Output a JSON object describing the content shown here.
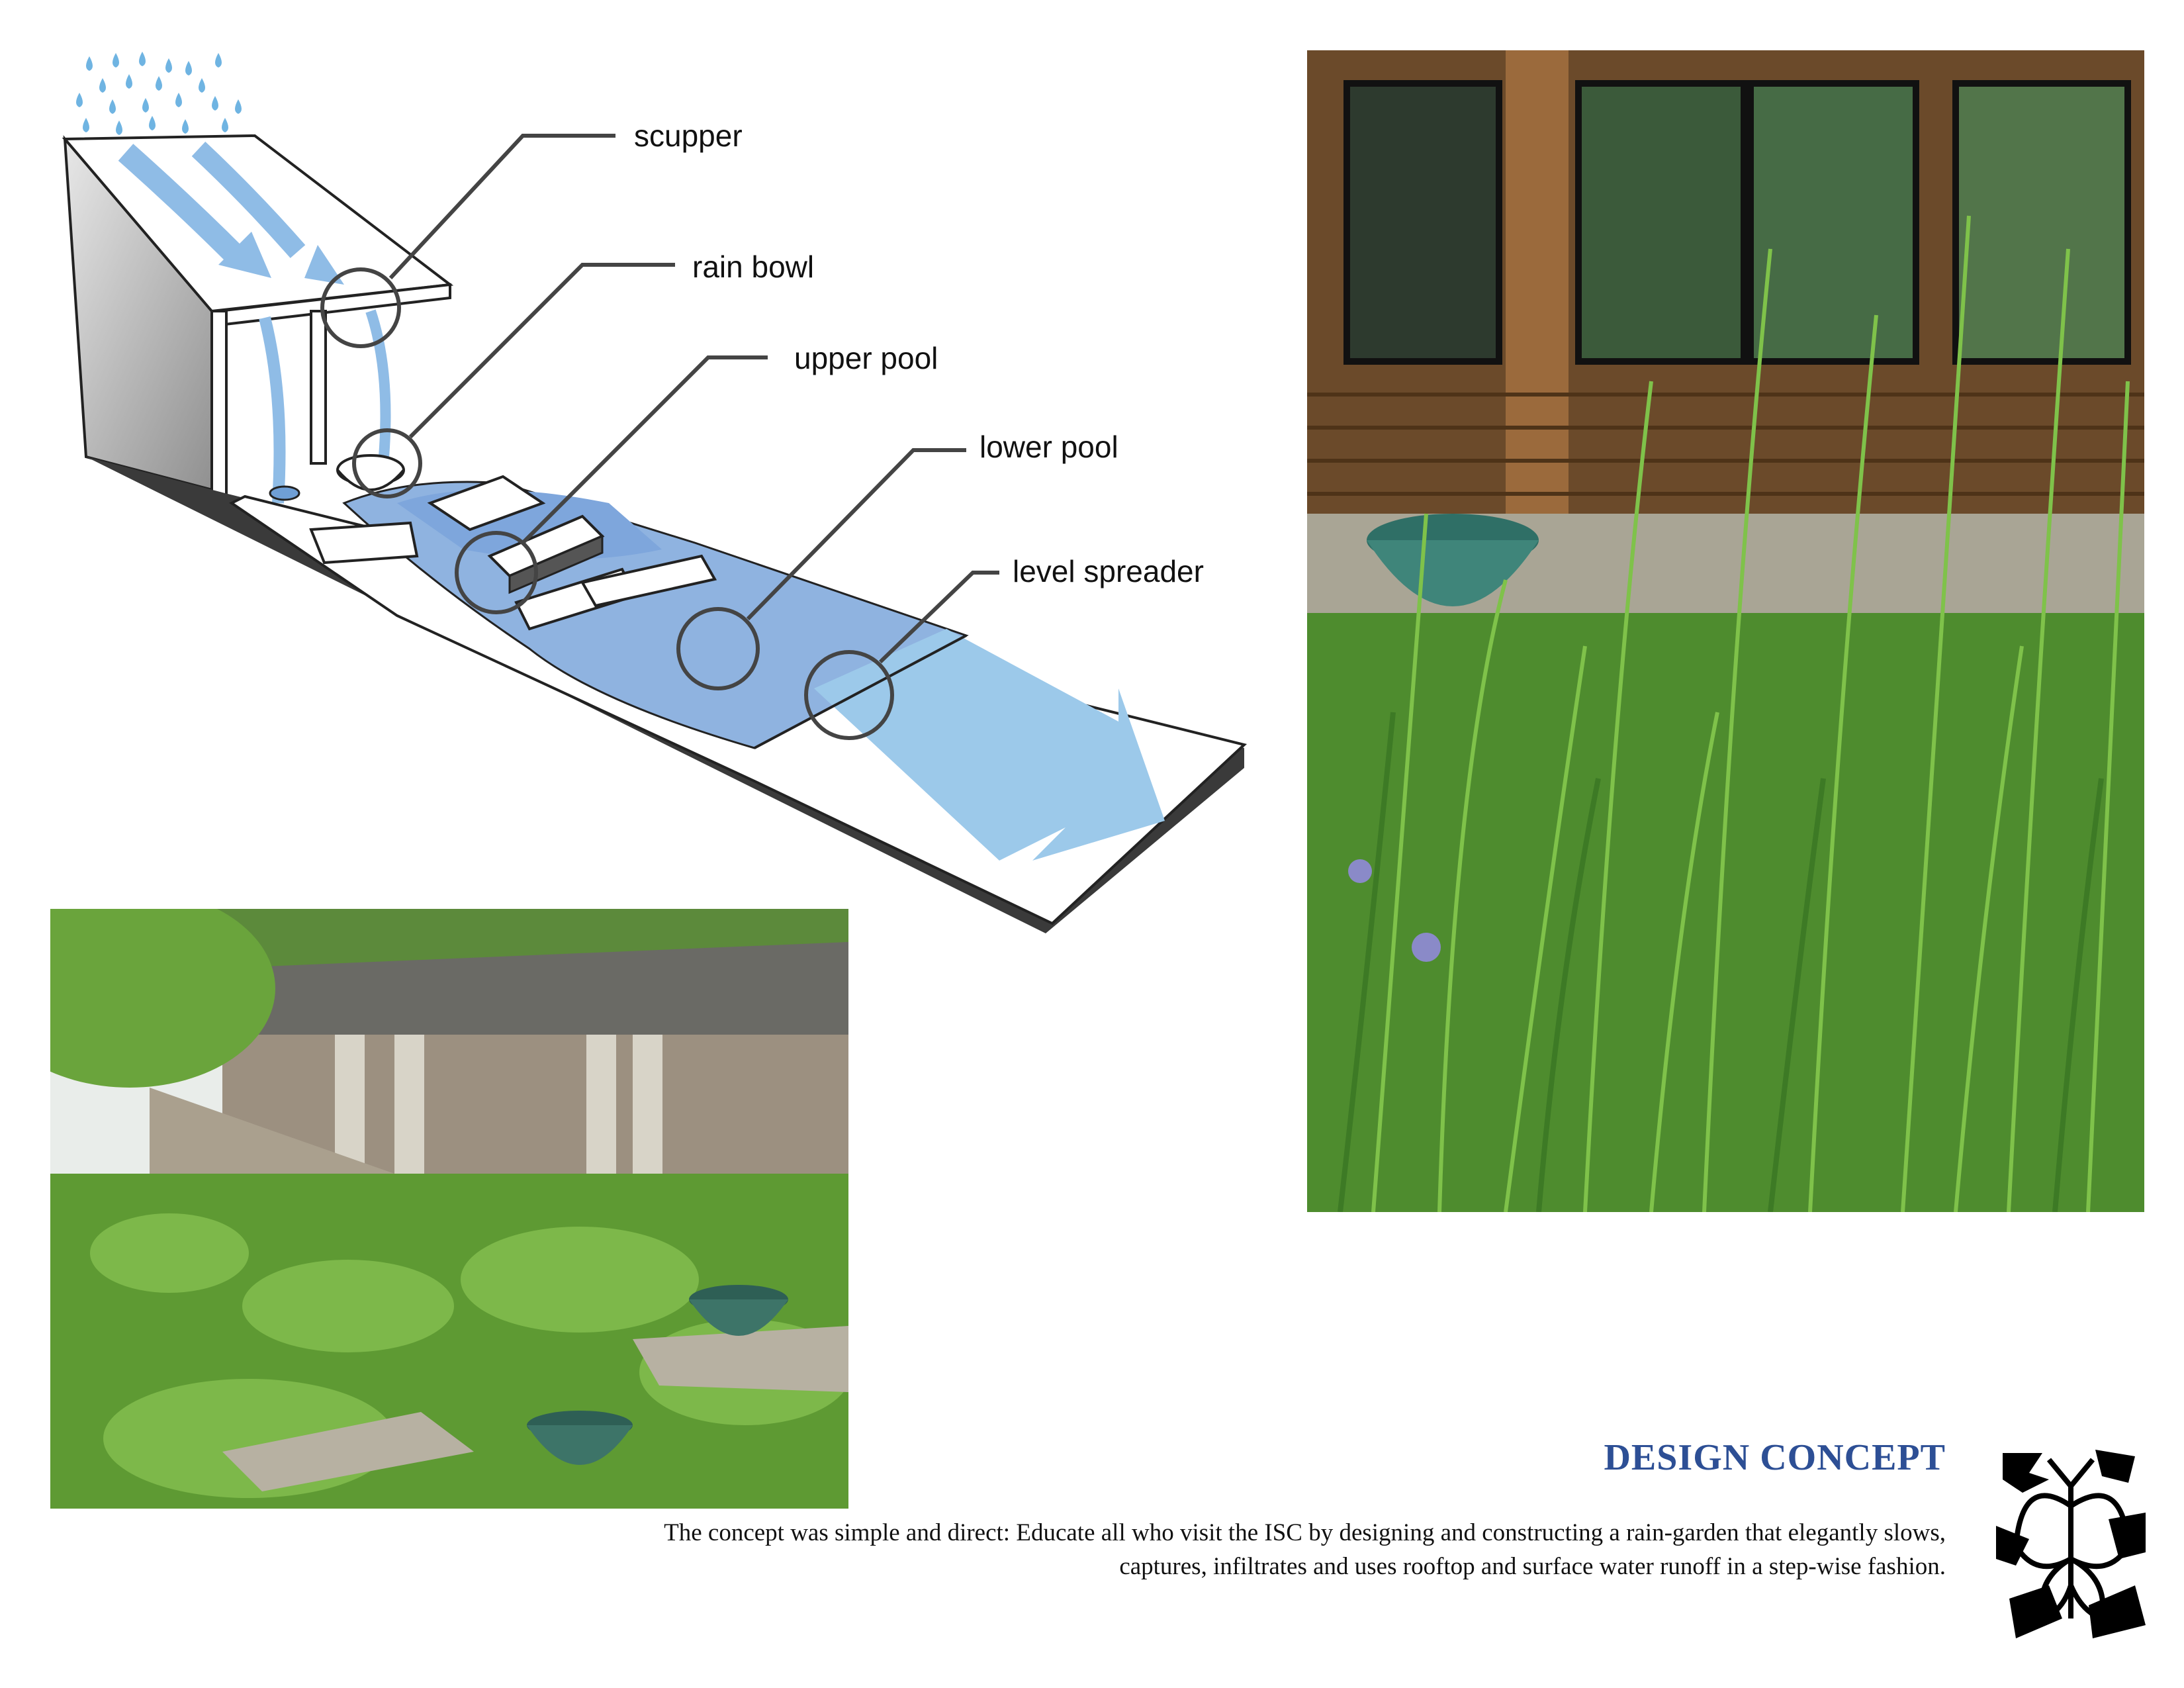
{
  "diagram": {
    "labels": {
      "scupper": "scupper",
      "rain_bowl": "rain bowl",
      "upper_pool": "upper pool",
      "lower_pool": "lower pool",
      "level_spreader": "level spreader"
    },
    "colors": {
      "water_light": "#9cc9ea",
      "water_mid": "#8fb3e0",
      "water_dark": "#6f9fd6",
      "rain": "#5aa8dc",
      "wall_gray": "#9a9a9a",
      "base_dark": "#3a3a3a"
    }
  },
  "photos": {
    "right": {
      "subject": "rain-bowl-with-grasses-photo"
    },
    "left": {
      "subject": "courtyard-rain-garden-photo"
    }
  },
  "concept": {
    "title": "DESIGN CONCEPT",
    "body": "The concept was simple and direct: Educate all who visit the ISC by designing and constructing a rain-garden that elegantly slows, captures, infiltrates and uses rooftop and surface water runoff in a step-wise fashion."
  },
  "colors": {
    "title_blue": "#2d4f95"
  }
}
